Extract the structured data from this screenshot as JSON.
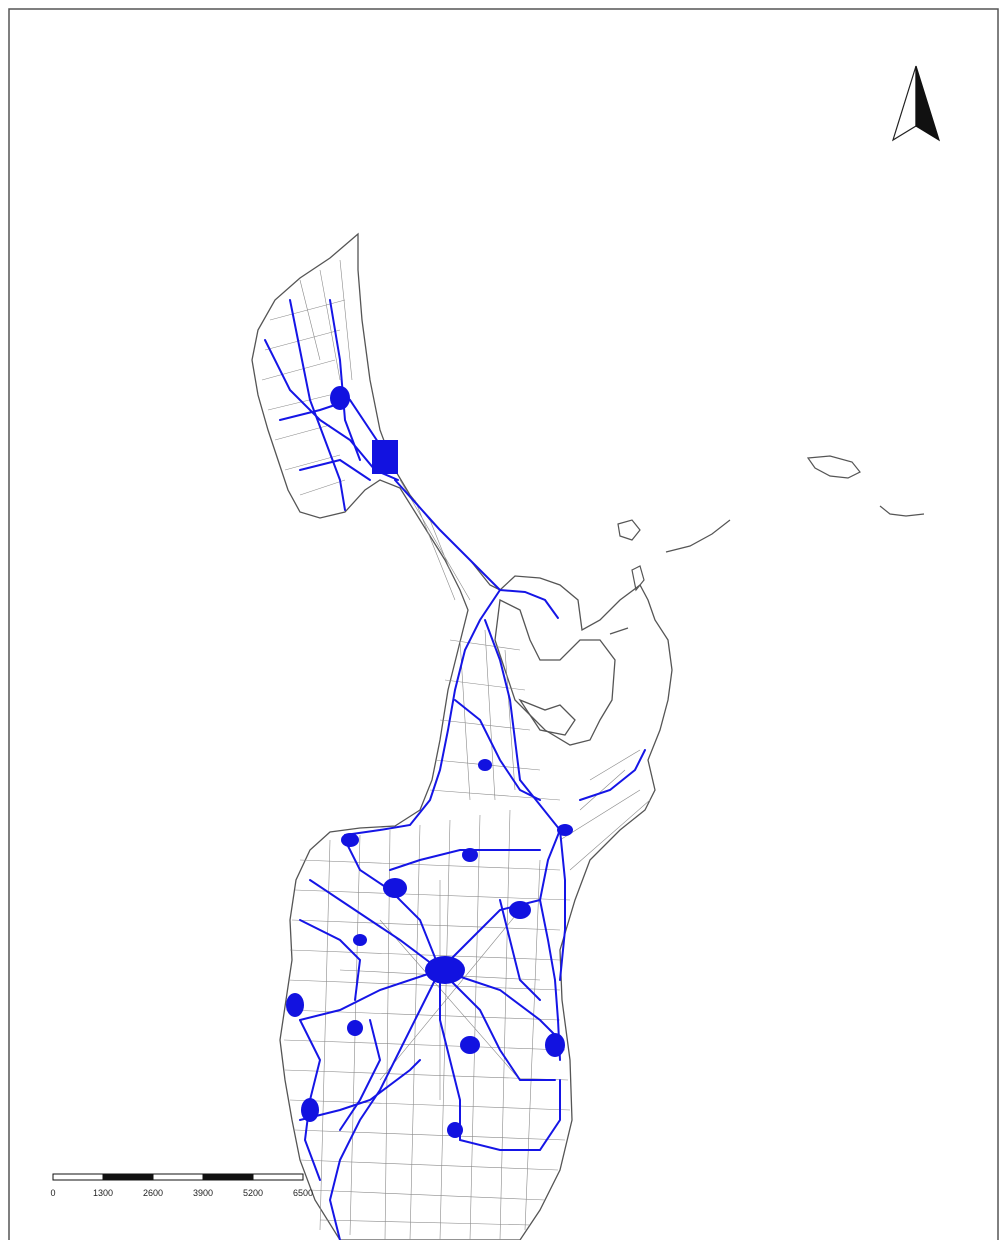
{
  "colors": {
    "background": "#ffffff",
    "frame": "#555555",
    "land_outline": "#555555",
    "parcel_lines": "#777777",
    "roads": "#1515e6",
    "urban_fill": "#1212e0",
    "scale_dark": "#111111",
    "scale_light": "#ffffff"
  },
  "north_arrow": {
    "icon": "north-arrow-icon"
  },
  "scale_bar": {
    "labels": [
      "0",
      "1300",
      "2600",
      "3900",
      "5200",
      "6500"
    ],
    "segments": 5
  }
}
